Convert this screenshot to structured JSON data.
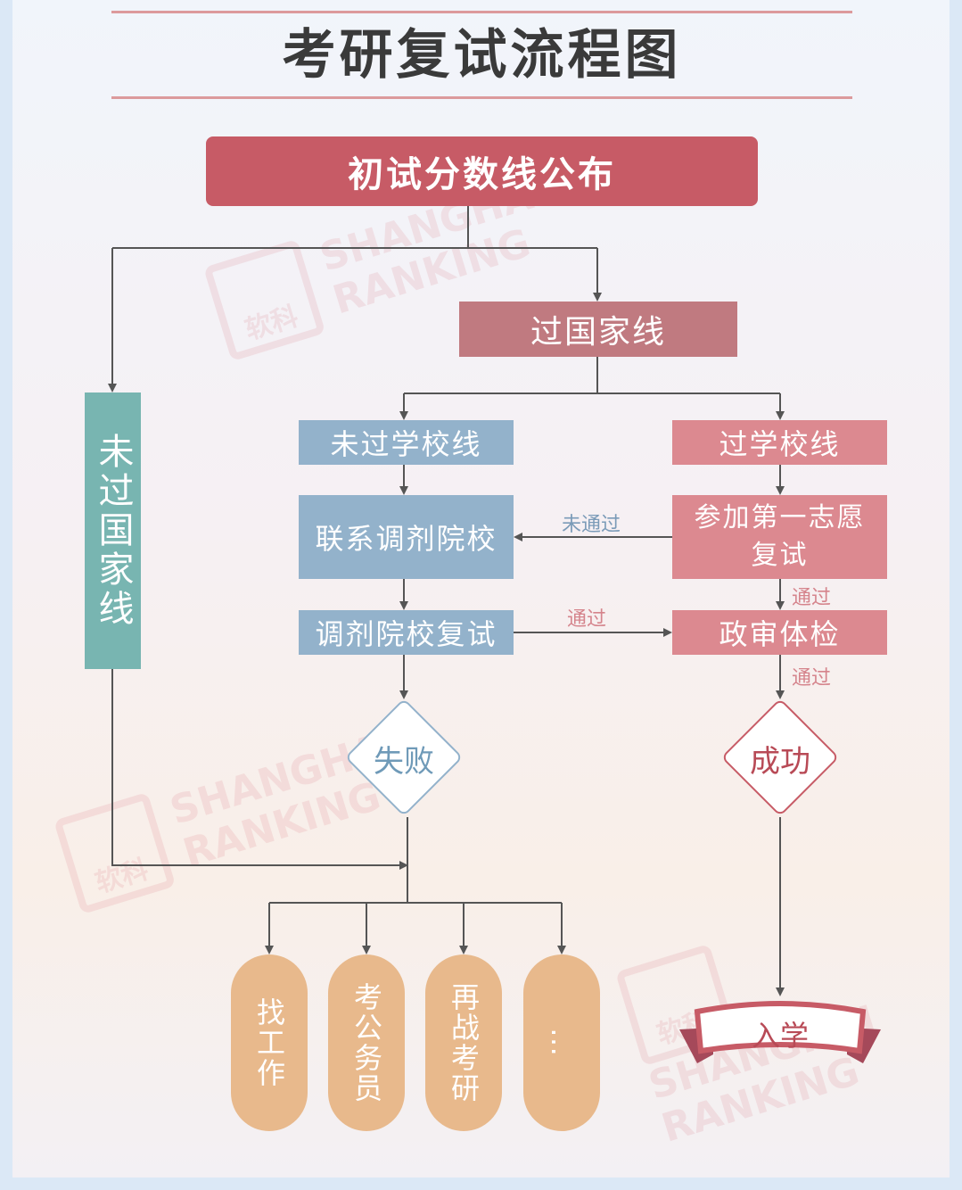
{
  "title": "考研复试流程图",
  "nodes": {
    "initial_score": "初试分数线公布",
    "pass_national": "过国家线",
    "not_pass_national": "未过国家线",
    "not_pass_school": "未过学校线",
    "pass_school": "过学校线",
    "contact_adjust": "联系调剂院校",
    "first_choice_line1": "参加第一志愿",
    "first_choice_line2": "复试",
    "adjust_retest": "调剂院校复试",
    "political_check": "政审体检",
    "fail": "失败",
    "success": "成功",
    "enroll": "入学"
  },
  "edge_labels": {
    "not_passed": "未通过",
    "passed_first": "通过",
    "passed_adjust": "通过",
    "passed_check": "通过"
  },
  "outcomes": [
    "找工作",
    "考公务员",
    "再战考研",
    "…"
  ],
  "watermark": {
    "logo": "软科",
    "line1": "SHANGHAI",
    "line2": "RANKING"
  },
  "colors": {
    "header_red": "#c75b66",
    "pink": "#dc8990",
    "blue": "#93b2cb",
    "teal": "#78b5b1",
    "tan": "#e8b98c",
    "line": "#555555"
  }
}
